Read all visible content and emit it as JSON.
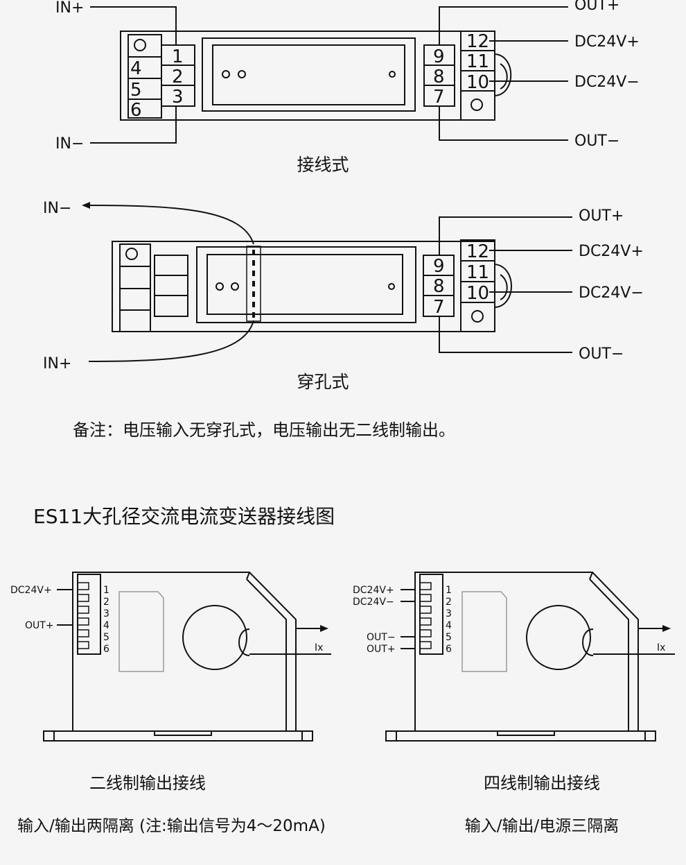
{
  "diagram1": {
    "in_plus": "IN+",
    "in_minus": "IN−",
    "out_plus": "OUT+",
    "out_minus": "OUT−",
    "dc_plus": "DC24V+",
    "dc_minus": "DC24V−",
    "left_terminals": [
      "4",
      "5",
      "6"
    ],
    "inner_terminals": [
      "1",
      "2",
      "3"
    ],
    "right_terminals": [
      "9",
      "8",
      "7"
    ],
    "far_terminals": [
      "12",
      "11",
      "10"
    ],
    "caption": "接线式"
  },
  "diagram2": {
    "in_minus": "IN−",
    "in_plus": "IN+",
    "out_plus": "OUT+",
    "out_minus": "OUT−",
    "dc_plus": "DC24V+",
    "dc_minus": "DC24V−",
    "right_terminals": [
      "9",
      "8",
      "7"
    ],
    "far_terminals": [
      "12",
      "11",
      "10"
    ],
    "caption": "穿孔式"
  },
  "note": "备注：电压输入无穿孔式，电压输出无二线制输出。",
  "section_title": "ES11大孔径交流电流变送器接线图",
  "diagram3": {
    "dc_plus": "DC24V+",
    "out_plus": "OUT+",
    "pins": [
      "1",
      "2",
      "3",
      "4",
      "5",
      "6"
    ],
    "ix": "Ix",
    "caption": "二线制输出接线",
    "subcaption": "输入/输出两隔离 (注:输出信号为4～20mA)"
  },
  "diagram4": {
    "dc_plus": "DC24V+",
    "dc_minus": "DC24V−",
    "out_minus": "OUT−",
    "out_plus": "OUT+",
    "pins": [
      "1",
      "2",
      "3",
      "4",
      "5",
      "6"
    ],
    "ix": "Ix",
    "caption": "四线制输出接线",
    "subcaption": "输入/输出/电源三隔离"
  }
}
